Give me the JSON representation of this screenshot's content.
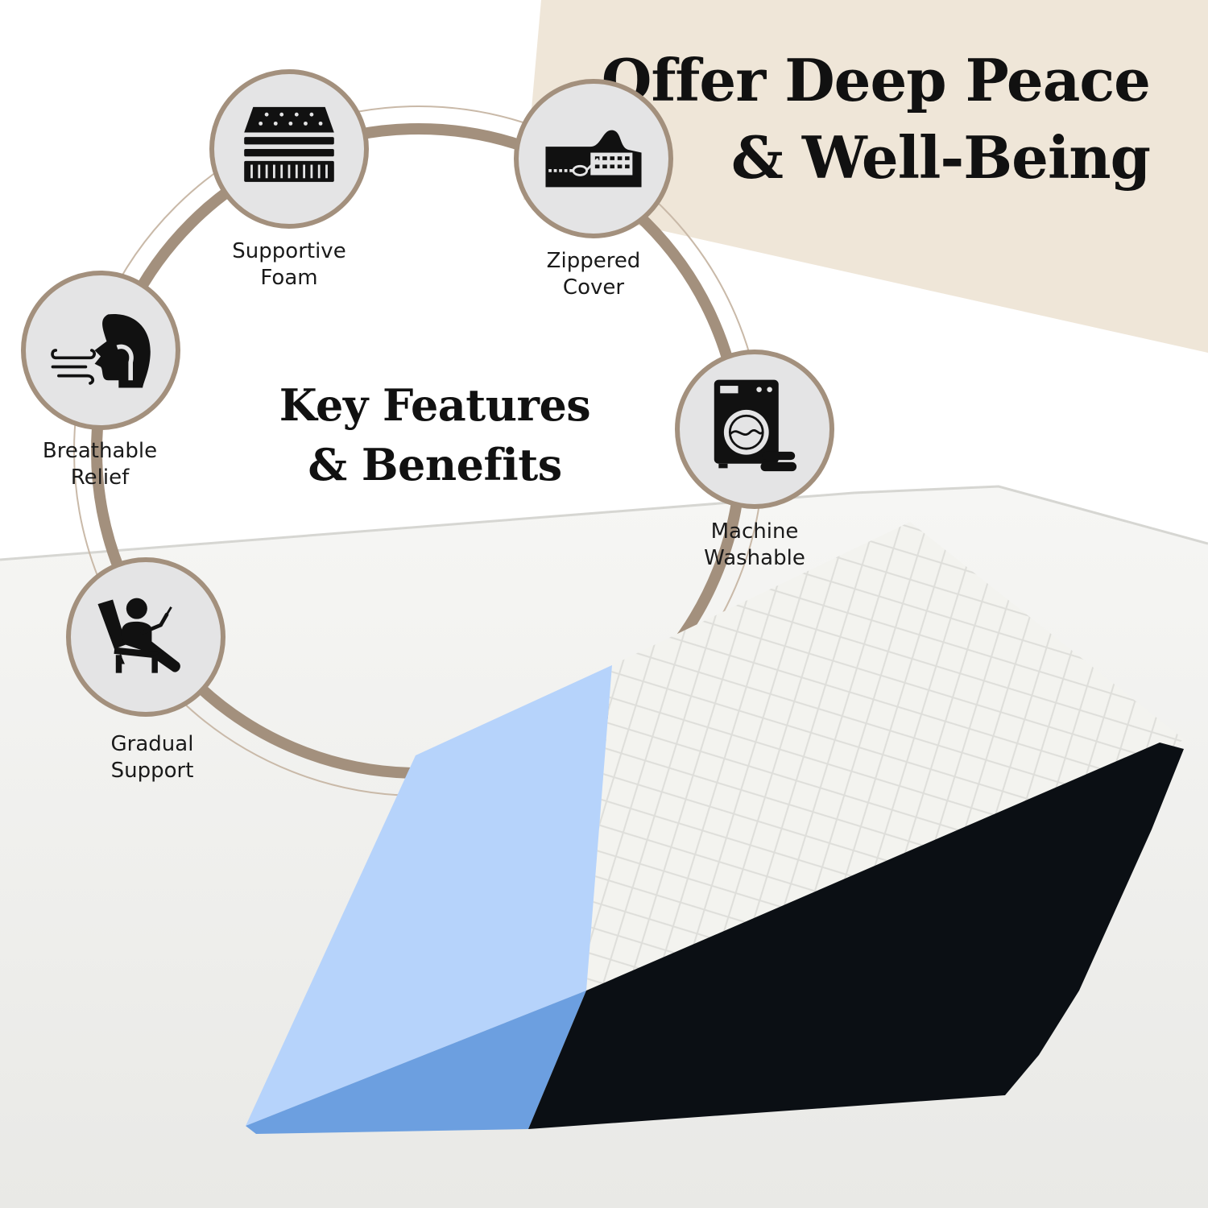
{
  "headline": {
    "line1": "Offer Deep Peace",
    "line2": "& Well-Being"
  },
  "center_title": {
    "line1": "Key Features",
    "line2": "& Benefits"
  },
  "colors": {
    "beige_panel": "#efe6d8",
    "ring": "#a3907d",
    "icon_fill": "#e4e4e5",
    "wedge_blue": "#b6d3fb",
    "wedge_blue_dark": "#6c9fe0",
    "wedge_black": "#0b0f14"
  },
  "features": [
    {
      "icon": "foam-mattress-icon",
      "line1": "Supportive",
      "line2": "Foam"
    },
    {
      "icon": "zipper-cover-icon",
      "line1": "Zippered",
      "line2": "Cover"
    },
    {
      "icon": "breathing-head-icon",
      "line1": "Breathable",
      "line2": "Relief"
    },
    {
      "icon": "washing-machine-icon",
      "line1": "Machine",
      "line2": "Washable"
    },
    {
      "icon": "reclining-person-icon",
      "line1": "Gradual",
      "line2": "Support"
    }
  ]
}
